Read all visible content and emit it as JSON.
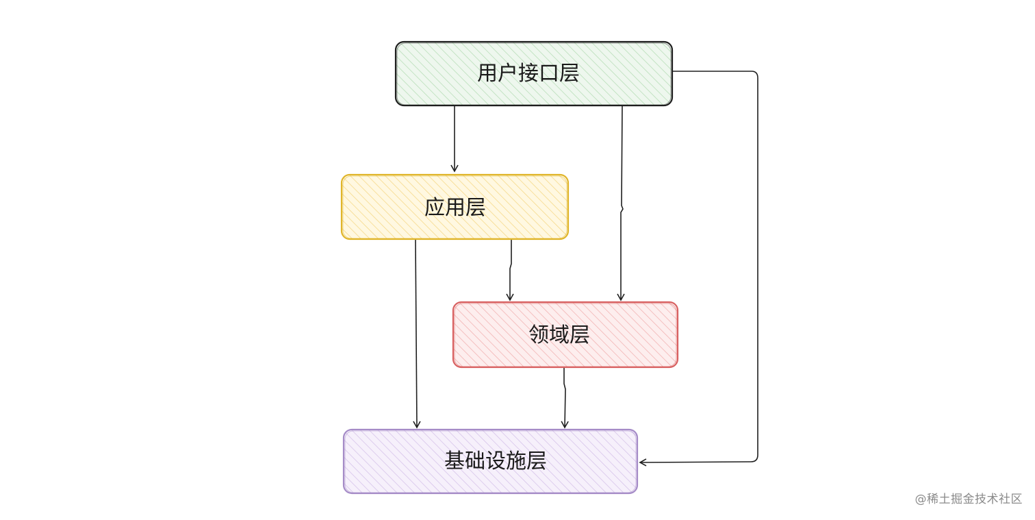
{
  "nodes": {
    "ui": {
      "label": "用户接口层",
      "fill": "#dff1df",
      "stroke": "#1e1e1e"
    },
    "app": {
      "label": "应用层",
      "fill": "#fdf0c3",
      "stroke": "#e0b52a"
    },
    "domain": {
      "label": "领域层",
      "fill": "#f9d6d6",
      "stroke": "#d86060"
    },
    "infra": {
      "label": "基础设施层",
      "fill": "#e8dcf3",
      "stroke": "#a58bc7"
    }
  },
  "edges": [
    {
      "from": "用户接口层",
      "to": "应用层"
    },
    {
      "from": "用户接口层",
      "to": "领域层"
    },
    {
      "from": "用户接口层",
      "to": "基础设施层"
    },
    {
      "from": "应用层",
      "to": "领域层"
    },
    {
      "from": "应用层",
      "to": "基础设施层"
    },
    {
      "from": "领域层",
      "to": "基础设施层"
    }
  ],
  "watermark": "@稀土掘金技术社区"
}
